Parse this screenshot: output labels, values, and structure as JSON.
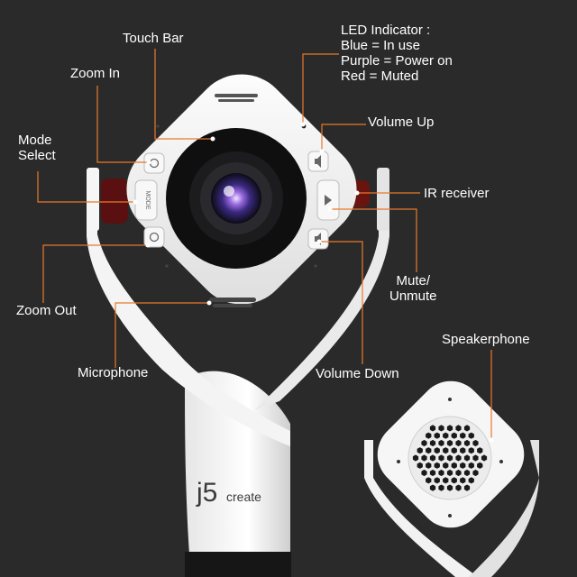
{
  "labels": {
    "touch_bar": "Touch Bar",
    "zoom_in": "Zoom In",
    "mode_select_line1": "Mode",
    "mode_select_line2": "Select",
    "zoom_out": "Zoom Out",
    "microphone": "Microphone",
    "led_title": "LED  Indicator :",
    "led_blue": "Blue = In use",
    "led_purple": "Purple = Power on",
    "led_red": "Red = Muted",
    "volume_up": "Volume Up",
    "ir_receiver": "IR receiver",
    "mute_line1": "Mute/",
    "mute_line2": "Unmute",
    "volume_down": "Volume Down",
    "speakerphone": "Speakerphone"
  },
  "device": {
    "brand": "j5create",
    "mode_button_text": "MODE"
  },
  "colors": {
    "background": "#2a2a2a",
    "leader_line": "#e8792b",
    "device_white": "#f2f2f2",
    "text": "#ffffff"
  }
}
